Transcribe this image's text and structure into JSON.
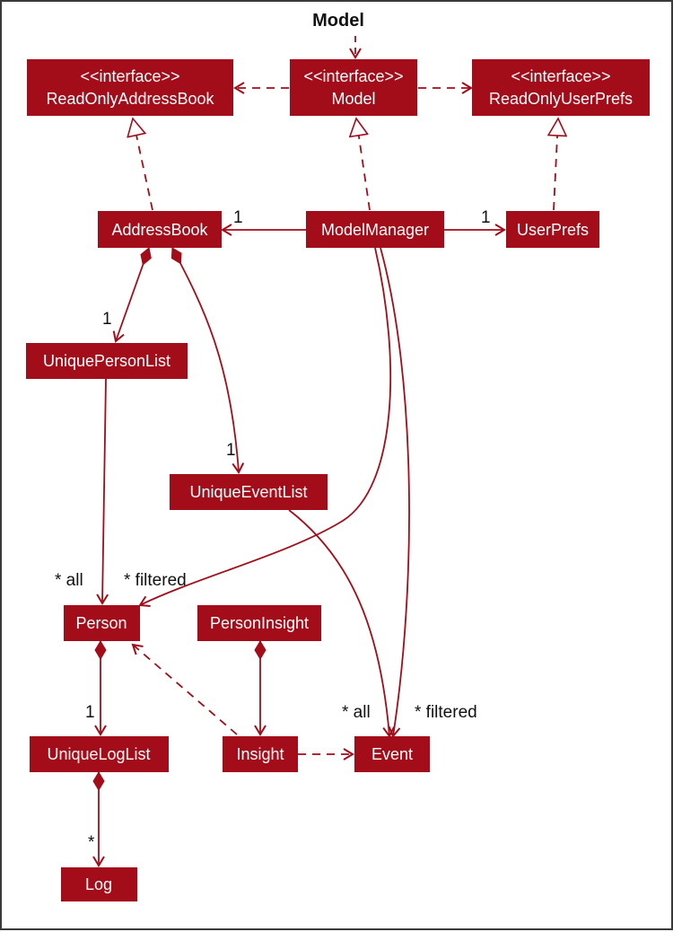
{
  "title": "Model",
  "colors": {
    "box_fill": "#a30d1a",
    "box_text": "#ffffff",
    "line": "#a30d1a",
    "label_text": "#111111",
    "frame_border": "#3a3a3a"
  },
  "nodes": {
    "read_only_address_book": {
      "stereotype": "<<interface>>",
      "name": "ReadOnlyAddressBook"
    },
    "model": {
      "stereotype": "<<interface>>",
      "name": "Model"
    },
    "read_only_user_prefs": {
      "stereotype": "<<interface>>",
      "name": "ReadOnlyUserPrefs"
    },
    "address_book": {
      "name": "AddressBook"
    },
    "model_manager": {
      "name": "ModelManager"
    },
    "user_prefs": {
      "name": "UserPrefs"
    },
    "unique_person_list": {
      "name": "UniquePersonList"
    },
    "unique_event_list": {
      "name": "UniqueEventList"
    },
    "person": {
      "name": "Person"
    },
    "person_insight": {
      "name": "PersonInsight"
    },
    "unique_log_list": {
      "name": "UniqueLogList"
    },
    "insight": {
      "name": "Insight"
    },
    "event": {
      "name": "Event"
    },
    "log": {
      "name": "Log"
    }
  },
  "relationships": [
    {
      "from": "address_book",
      "to": "read_only_address_book",
      "type": "realization"
    },
    {
      "from": "model_manager",
      "to": "model",
      "type": "realization"
    },
    {
      "from": "user_prefs",
      "to": "read_only_user_prefs",
      "type": "realization"
    },
    {
      "from": "model",
      "to": "read_only_address_book",
      "type": "dependency"
    },
    {
      "from": "model",
      "to": "read_only_user_prefs",
      "type": "dependency"
    },
    {
      "from": "model_manager",
      "to": "address_book",
      "type": "association",
      "multiplicity": "1"
    },
    {
      "from": "model_manager",
      "to": "user_prefs",
      "type": "association",
      "multiplicity": "1"
    },
    {
      "from": "address_book",
      "to": "unique_person_list",
      "type": "composition",
      "multiplicity": "1"
    },
    {
      "from": "address_book",
      "to": "unique_event_list",
      "type": "composition",
      "multiplicity": "1"
    },
    {
      "from": "unique_person_list",
      "to": "person",
      "type": "association",
      "multiplicity": "* all"
    },
    {
      "from": "model_manager",
      "to": "person",
      "type": "association",
      "multiplicity": "* filtered"
    },
    {
      "from": "unique_event_list",
      "to": "event",
      "type": "association",
      "multiplicity": "* all"
    },
    {
      "from": "model_manager",
      "to": "event",
      "type": "association",
      "multiplicity": "* filtered"
    },
    {
      "from": "person",
      "to": "unique_log_list",
      "type": "composition",
      "multiplicity": "1"
    },
    {
      "from": "unique_log_list",
      "to": "log",
      "type": "composition",
      "multiplicity": "*"
    },
    {
      "from": "person_insight",
      "to": "insight",
      "type": "composition"
    },
    {
      "from": "insight",
      "to": "person",
      "type": "dependency"
    },
    {
      "from": "insight",
      "to": "event",
      "type": "dependency"
    }
  ]
}
